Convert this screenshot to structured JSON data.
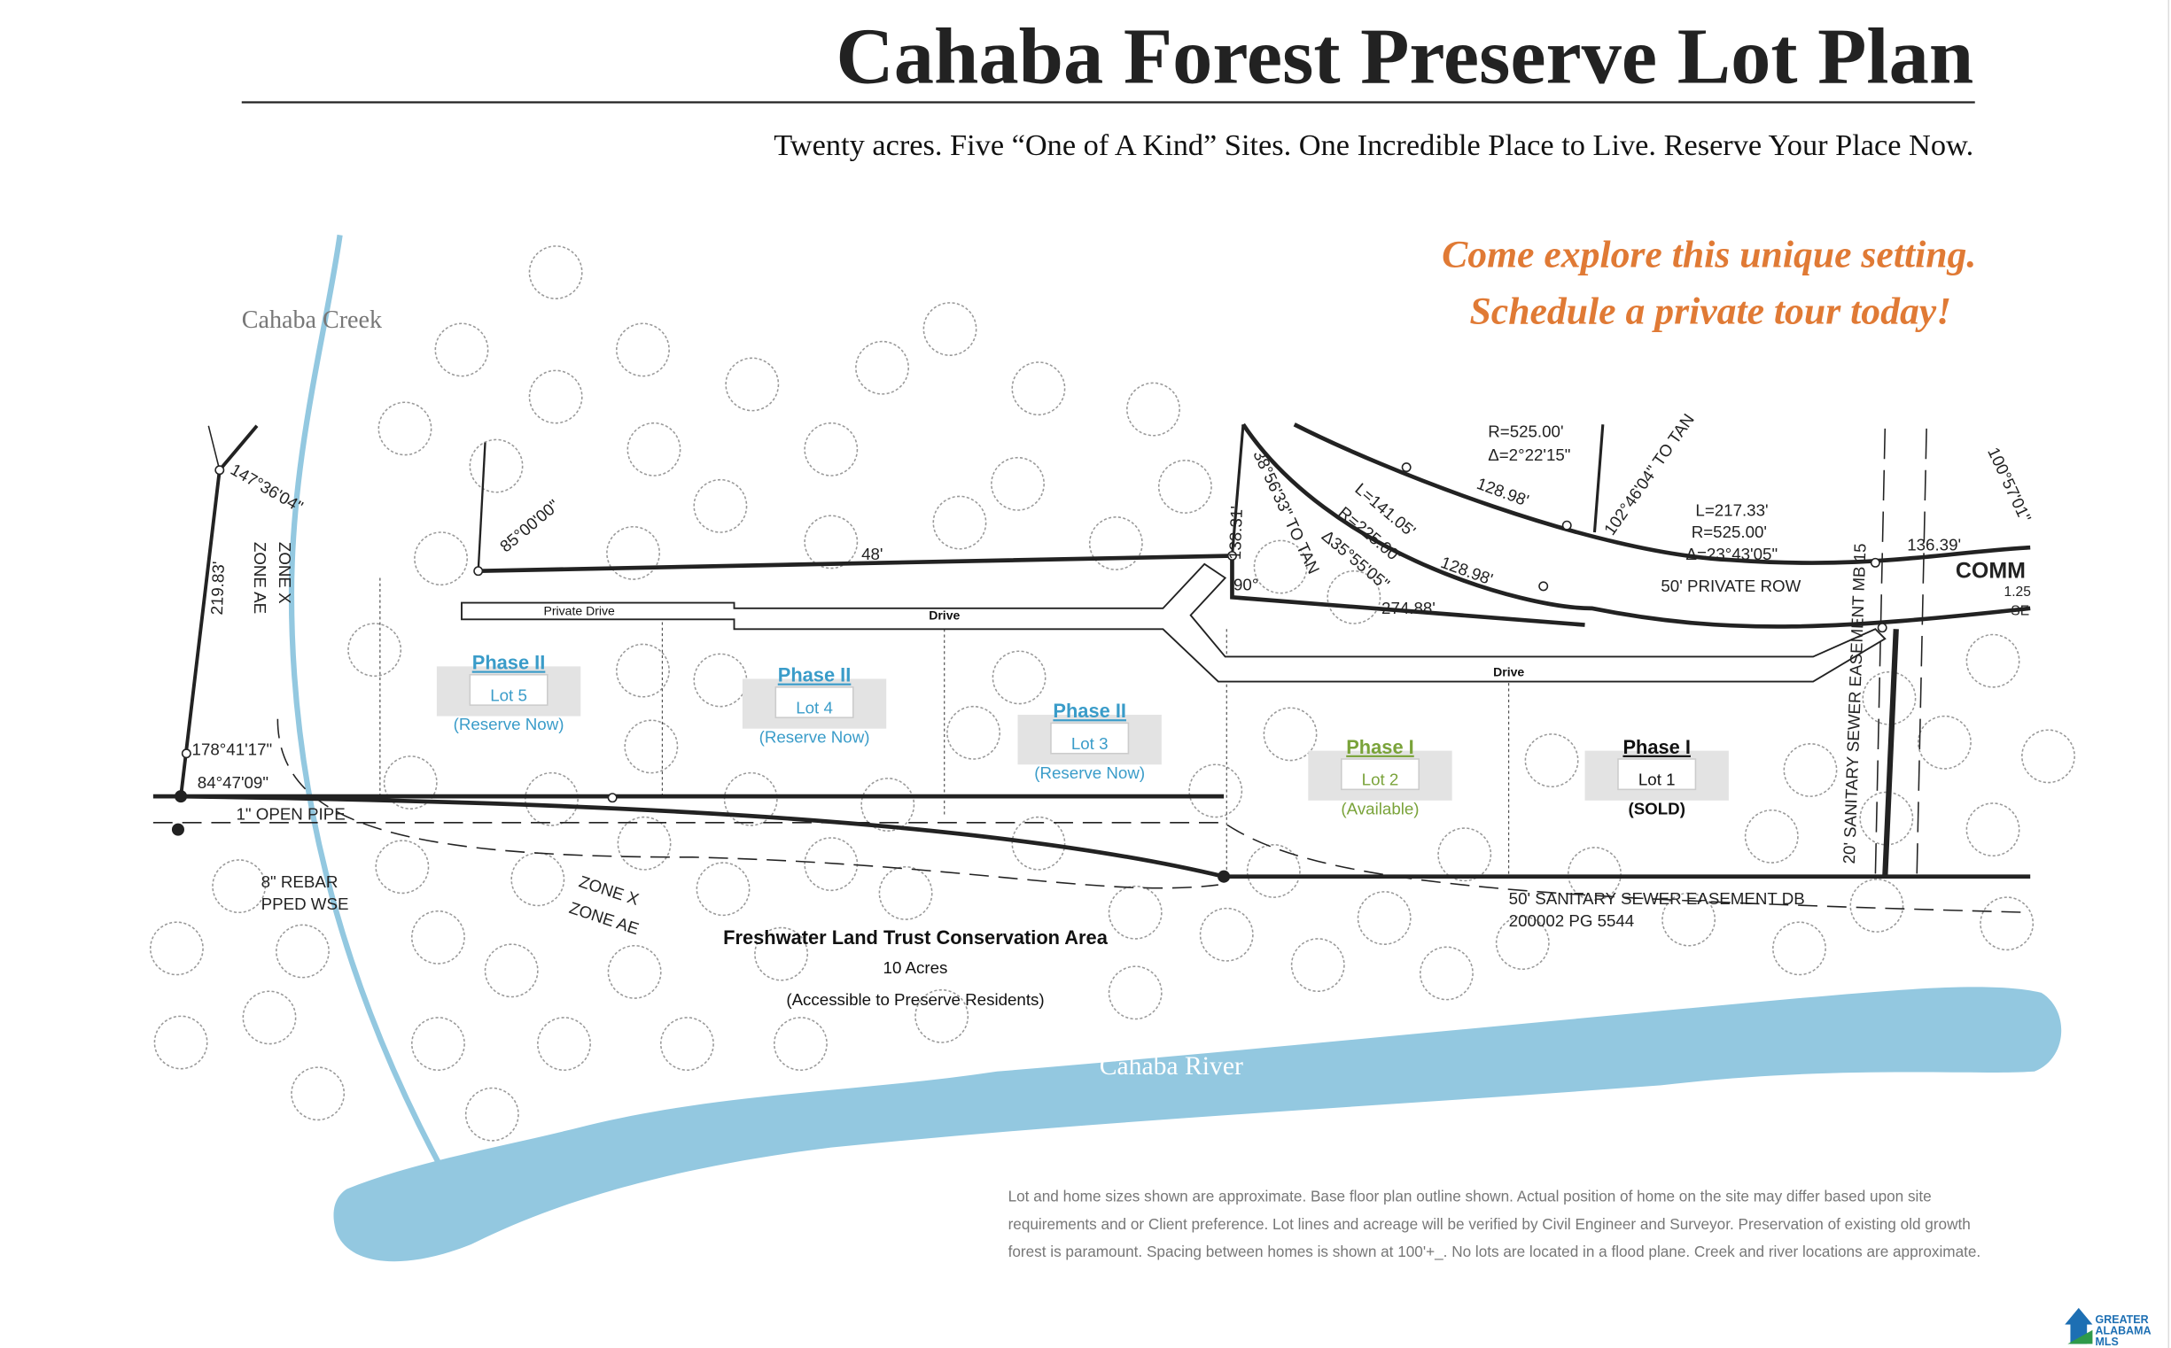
{
  "header": {
    "title": "Cahaba Forest Preserve Lot Plan",
    "subtitle": "Twenty acres. Five “One of A Kind” Sites. One Incredible Place to Live. Reserve Your Place Now."
  },
  "promo": {
    "line1": "Come explore this unique setting.",
    "line2": "Schedule a private tour today!"
  },
  "colors": {
    "promo": "#e07a35",
    "water": "#93c8e0",
    "phase2": "#3a9cc9",
    "phase1_available": "#7aa33a",
    "sold": "#111111"
  },
  "water": {
    "creek": "Cahaba Creek",
    "river": "Cahaba River"
  },
  "drives": {
    "private_drive": "Private Drive",
    "drive1": "Drive",
    "drive2": "Drive"
  },
  "lots": [
    {
      "phase": "Phase II",
      "lot": "Lot 5",
      "status": "(Reserve Now)"
    },
    {
      "phase": "Phase II",
      "lot": "Lot 4",
      "status": "(Reserve Now)"
    },
    {
      "phase": "Phase II",
      "lot": "Lot 3",
      "status": "(Reserve Now)"
    },
    {
      "phase": "Phase I",
      "lot": "Lot 2",
      "status": "(Available)"
    },
    {
      "phase": "Phase I",
      "lot": "Lot 1",
      "status": "(SOLD)"
    }
  ],
  "conservation": {
    "title": "Freshwater Land Trust Conservation Area",
    "acres": "10 Acres",
    "note": "(Accessible to Preserve Residents)"
  },
  "survey_labels": {
    "a1": "147°36'04\"",
    "a2": "219.83'",
    "a3": "ZONE X",
    "a4": "ZONE AE",
    "a5": "85°00'00\"",
    "a6": "48'",
    "a7": "178°41'17\"",
    "a8": "84°47'09\"",
    "a9": "1\" OPEN PIPE",
    "a10": "8\" REBAR",
    "a11": "PPED WSE",
    "a12": "ZONE X",
    "a13": "ZONE AE",
    "b1": "R=525.00'",
    "b2": "Δ=2°22'15\"",
    "b3": "128.98'",
    "b4": "102°46'04\" TO TAN",
    "b5": "L=217.33'",
    "b6": "R=525.00'",
    "b7": "Δ=23°43'05\"",
    "b8": "136.39'",
    "b9": "COMM",
    "b10": "50' PRIVATE ROW",
    "b11": "274.88'",
    "b12": "128.98'",
    "b13": "L=141.05'",
    "b14": "R=225.00'",
    "b15": "Δ35°55'05\"",
    "b16": "138.31'",
    "b17": "90°",
    "b18": "38°56'33\" TO TAN",
    "b19": "100°57'01\"",
    "b20": "1.25",
    "b21": "SE",
    "c1": "50' SANITARY SEWER EASEMENT DB",
    "c2": "200002 PG 5544",
    "c3": "20' SANITARY SEWER EASEMENT MB 15"
  },
  "disclaimer": {
    "line1": "Lot and home sizes shown are approximate. Base floor plan outline shown. Actual position of home on the site may differ based upon site",
    "line2": "requirements and or Client preference. Lot lines and acreage will be verified by Civil Engineer and Surveyor. Preservation of existing old growth",
    "line3": "forest is paramount. Spacing between homes is shown at 100'+_. No lots are located in a flood plane. Creek and river locations are approximate."
  },
  "logo": {
    "text": "GREATER ALABAMA MLS"
  }
}
